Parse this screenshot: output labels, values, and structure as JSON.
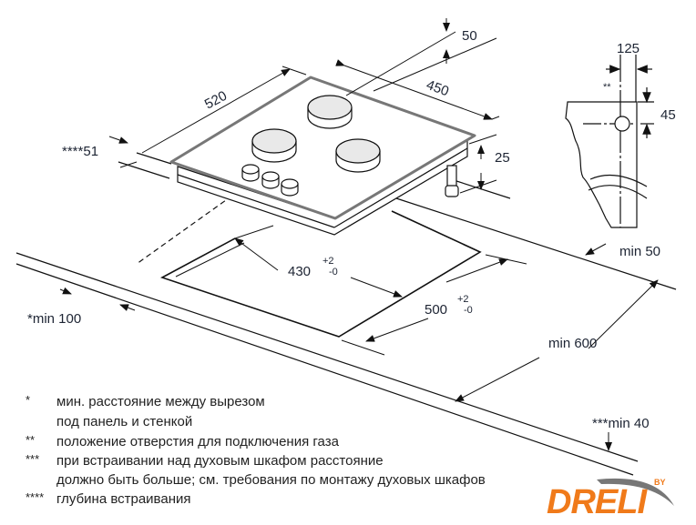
{
  "dimensions": {
    "width_520": "520",
    "width_450": "450",
    "gap_50": "50",
    "height_25": "25",
    "depth_51": "****51",
    "cutout_430": "430",
    "cutout_500": "500",
    "tol_plus": "+2",
    "tol_minus": "-0",
    "min_50": "min 50",
    "min_600": "min 600",
    "min_100": "*min 100",
    "min_40": "***min 40",
    "side_125": "125",
    "side_45": "45",
    "side_gas_mark": "**"
  },
  "footnotes": [
    {
      "mark": "*",
      "lines": [
        "мин. расстояние между вырезом",
        "под панель и стенкой"
      ]
    },
    {
      "mark": "**",
      "lines": [
        "положение отверстия для подключения газа"
      ]
    },
    {
      "mark": "***",
      "lines": [
        "при встраивании над духовым шкафом расстояние",
        "должно быть больше; см. требования по монтажу духовых шкафов"
      ]
    },
    {
      "mark": "****",
      "lines": [
        "глубина встраивания"
      ]
    }
  ],
  "logo": {
    "text": "DRELI",
    "by": "BY",
    "color": "#f07a1a"
  }
}
